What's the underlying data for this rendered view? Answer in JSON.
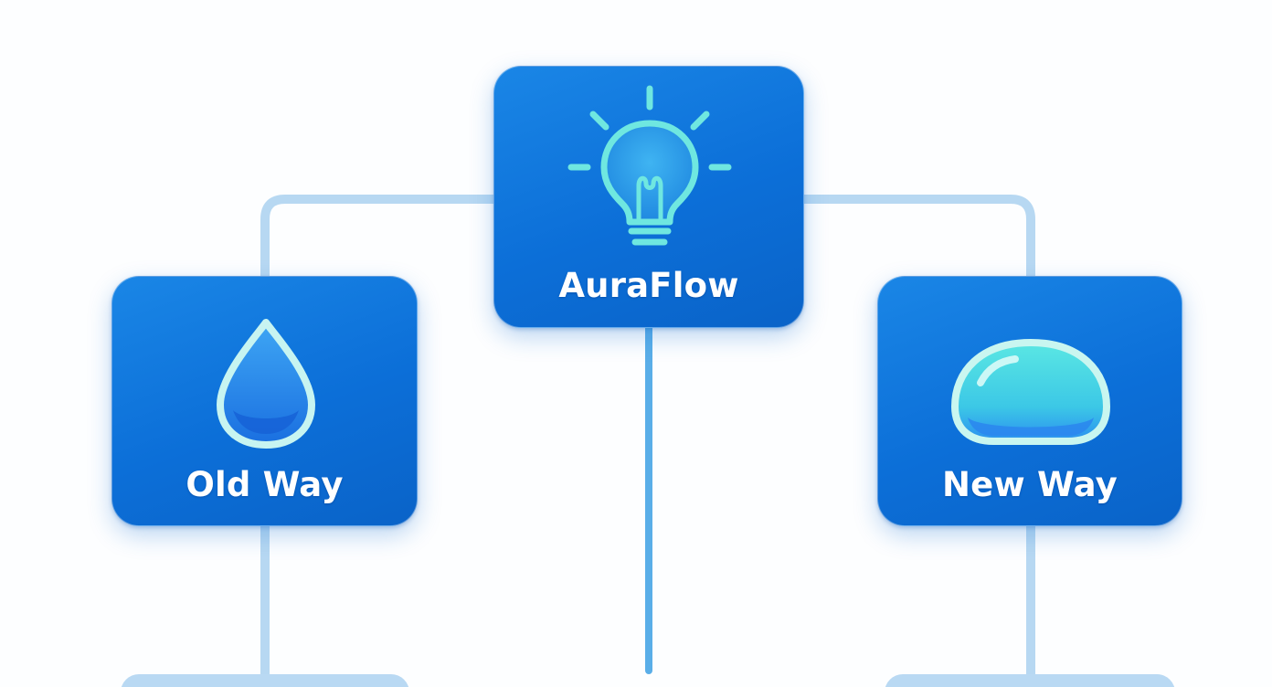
{
  "nodes": {
    "top": {
      "label": "AuraFlow",
      "icon": "lightbulb-icon"
    },
    "left": {
      "label": "Old Way",
      "icon": "water-drop-icon"
    },
    "right": {
      "label": "New Way",
      "icon": "gel-capsule-icon"
    }
  },
  "colors": {
    "node_fill": "#0f74dc",
    "node_text": "#ffffff",
    "connector": "#b7d8f2",
    "center_connector": "#5aaee8",
    "icon_outline": "#6fe7e0",
    "drop_fill": "#2f8ff0",
    "capsule_fill": "#45d8e4"
  }
}
